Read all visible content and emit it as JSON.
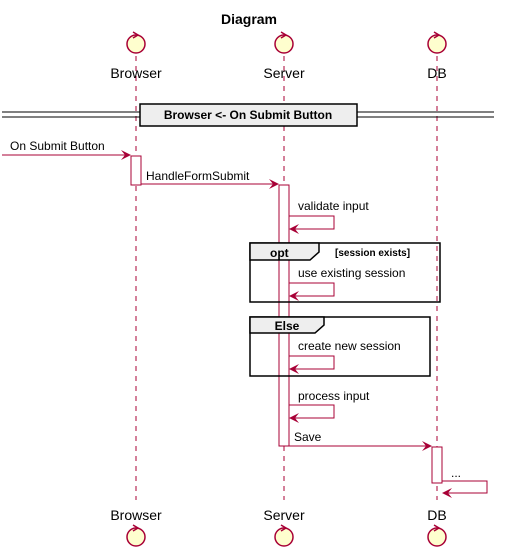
{
  "title": "Diagram",
  "participants": [
    {
      "id": "browser",
      "name": "Browser"
    },
    {
      "id": "server",
      "name": "Server"
    },
    {
      "id": "db",
      "name": "DB"
    }
  ],
  "divider": {
    "label": "Browser <- On Submit Button"
  },
  "messages": {
    "on_submit": "On Submit Button",
    "handle_form_submit": "HandleFormSubmit",
    "validate_input": "validate input",
    "use_existing_session": "use existing session",
    "create_new_session": "create new session",
    "process_input": "process input",
    "save": "Save",
    "ellipsis": "..."
  },
  "fragments": {
    "opt": {
      "keyword": "opt",
      "guard": "[session exists]"
    },
    "else": {
      "keyword": "Else"
    }
  },
  "colors": {
    "arrow": "#A80036",
    "lifeline": "#A80036",
    "participant_fill": "#FEFECE",
    "fragment_header": "#EEEEEE"
  }
}
